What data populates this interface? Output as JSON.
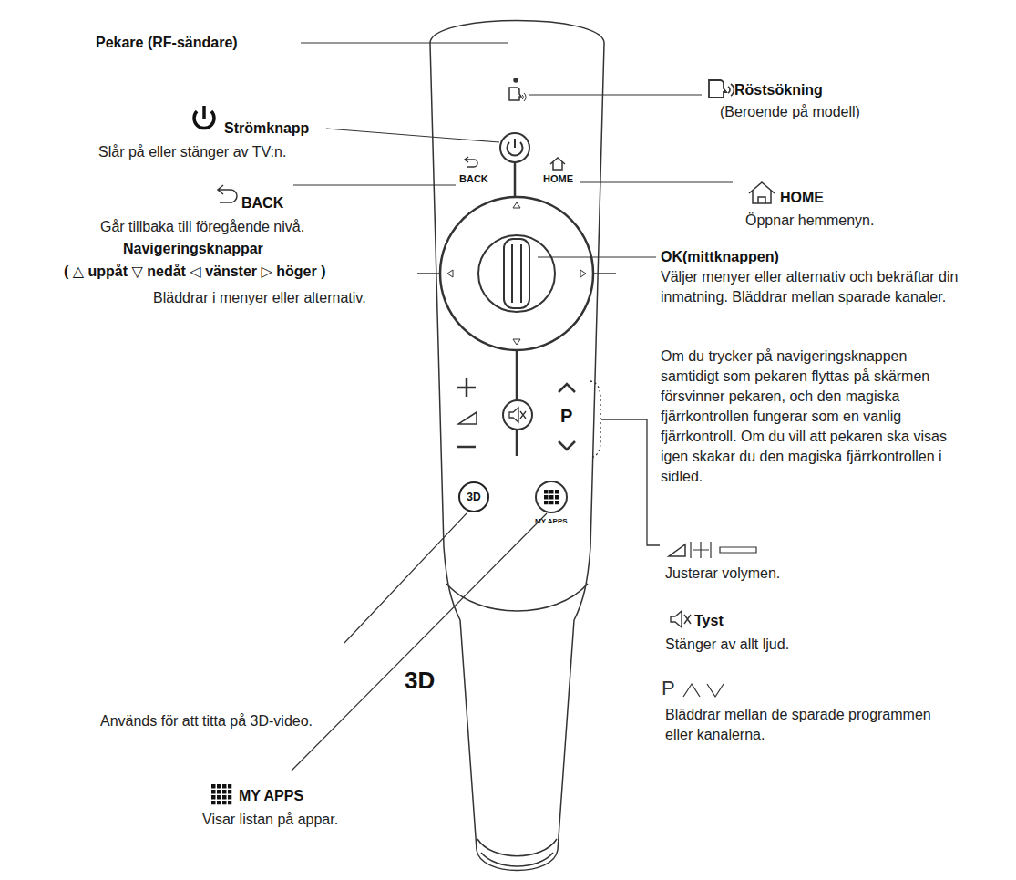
{
  "diagram": {
    "nodes": [
      {
        "text": [
          "3D"
        ]
      }
    ],
    "labels": [
      "Pekare (RF-sändare)",
      "Röstsökning",
      "(Beroende på modell)",
      "Strömknapp",
      "Slår på eller stänger av TV:n.",
      "BACK",
      "Går tillbaka till föregående nivå.",
      "BACK",
      "HOME",
      "HOME",
      "Öppnar hemmenyn.",
      "Navigeringsknappar",
      "( △ uppåt ▽ nedåt ◁ vänster ▷ höger )",
      "Bläddrar i menyer eller alternativ.",
      "OK(mittknappen)",
      "Väljer menyer eller alternativ och bekräftar din inmatning. Bläddrar mellan sparade kanaler.",
      "Om du trycker på navigeringsknappen samtidigt som pekaren flyttas på skärmen försvinner pekaren, och den magiska fjärrkontrollen fungerar som en vanlig fjärrkontroll. Om du vill att pekaren ska visas igen skakar du den magiska fjärrkontrollen i sidled.",
      "P",
      "MY APPS",
      "Används för att titta på 3D-video.",
      "3D",
      "MY APPS",
      "Visar listan på appar.",
      "Justerar volymen.",
      "Tyst",
      "Stänger av allt ljud.",
      "P",
      "Bläddrar mellan de sparade programmen eller kanalerna."
    ]
  }
}
